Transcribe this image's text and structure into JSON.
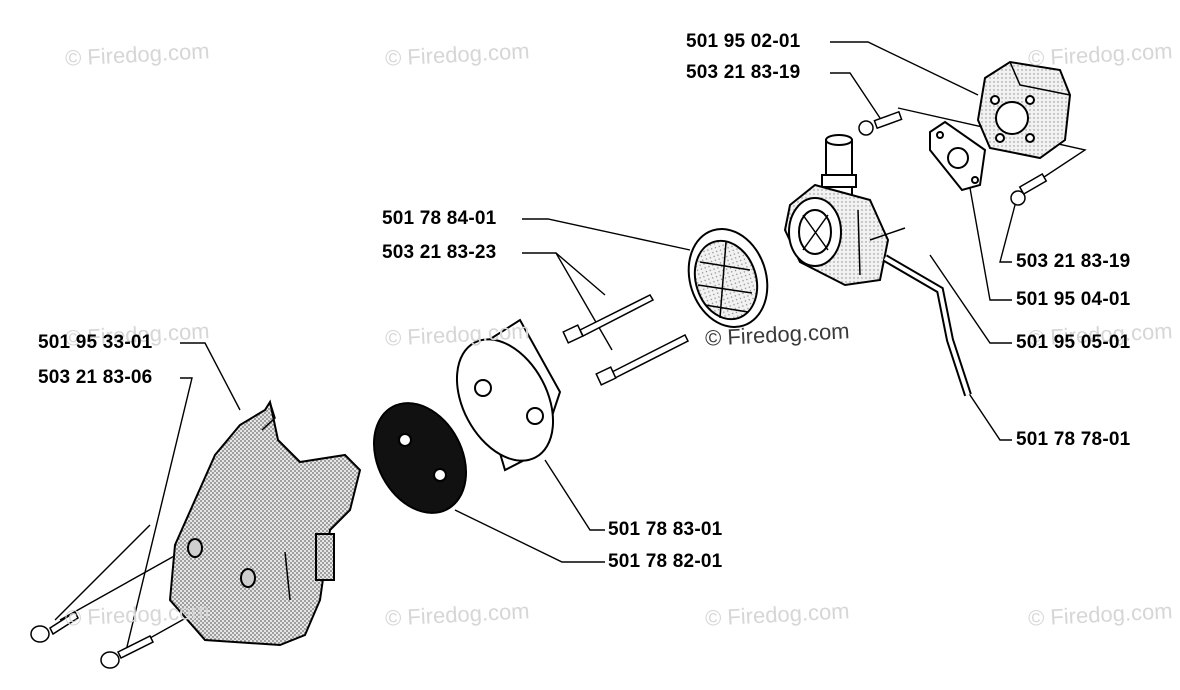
{
  "watermark": "© Firedog.com",
  "parts": [
    {
      "id": "p1",
      "number": "501 95 02-01"
    },
    {
      "id": "p2",
      "number": "503 21 83-19"
    },
    {
      "id": "p3",
      "number": "501 78 84-01"
    },
    {
      "id": "p4",
      "number": "503 21 83-23"
    },
    {
      "id": "p5",
      "number": "503 21 83-19"
    },
    {
      "id": "p6",
      "number": "501 95 04-01"
    },
    {
      "id": "p7",
      "number": "501 95 05-01"
    },
    {
      "id": "p8",
      "number": "501 95 33-01"
    },
    {
      "id": "p9",
      "number": "503 21 83-06"
    },
    {
      "id": "p10",
      "number": "501 78 78-01"
    },
    {
      "id": "p11",
      "number": "501 78 83-01"
    },
    {
      "id": "p12",
      "number": "501 78 82-01"
    }
  ],
  "colors": {
    "ink": "#000000",
    "watermark": "#d6d6d6",
    "stipple": "#8c8c8c"
  }
}
